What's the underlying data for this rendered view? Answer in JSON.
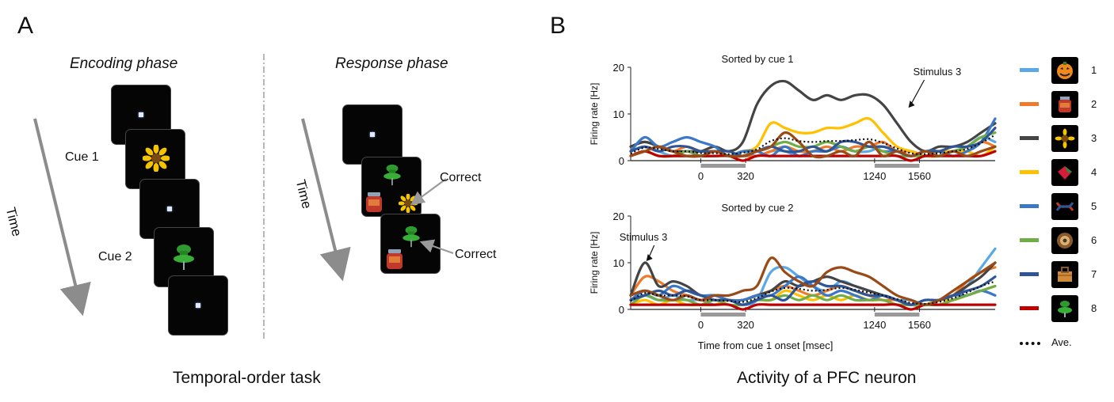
{
  "panel_a": {
    "letter": "A",
    "encoding_title": "Encoding phase",
    "response_title": "Response phase",
    "cue1": "Cue 1",
    "cue2": "Cue 2",
    "time_left": "Time",
    "time_right": "Time",
    "correct1": "Correct",
    "correct2": "Correct",
    "caption": "Temporal-order task"
  },
  "panel_b": {
    "letter": "B",
    "caption": "Activity of a PFC neuron"
  },
  "legend": {
    "items": [
      {
        "num": "1",
        "color": "#5aa9e6",
        "icon": "pumpkin-icon"
      },
      {
        "num": "2",
        "color": "#f07a2a",
        "icon": "jar-icon"
      },
      {
        "num": "3",
        "color": "#444444",
        "icon": "sunflower-icon"
      },
      {
        "num": "4",
        "color": "#ffc000",
        "icon": "bowtie-icon"
      },
      {
        "num": "5",
        "color": "#3b78c8",
        "icon": "ribbon-icon"
      },
      {
        "num": "6",
        "color": "#70ad47",
        "icon": "shell-icon"
      },
      {
        "num": "7",
        "color": "#2f5597",
        "icon": "bag-icon"
      },
      {
        "num": "8",
        "color": "#c00000",
        "icon": "pushpin-icon"
      }
    ],
    "ave_label": "Ave."
  },
  "chart_data": [
    {
      "type": "line",
      "title": "Sorted by cue 1",
      "ylabel": "Firing rate [Hz]",
      "xlabel": "",
      "ylim": [
        0,
        20
      ],
      "yticks": [
        "0",
        "10",
        "20"
      ],
      "xlim": [
        -500,
        2100
      ],
      "xticks": [
        {
          "value": 0,
          "label": "0"
        },
        {
          "value": 320,
          "label": "320"
        },
        {
          "value": 1240,
          "label": "1240"
        },
        {
          "value": 1560,
          "label": "1560"
        }
      ],
      "cue_bars": [
        [
          0,
          320
        ],
        [
          1240,
          1560
        ]
      ],
      "annotation": {
        "text": "Stimulus 3",
        "x": 1470,
        "y": 11
      },
      "x": [
        -500,
        -400,
        -300,
        -200,
        -100,
        0,
        100,
        200,
        300,
        400,
        500,
        600,
        700,
        800,
        900,
        1000,
        1100,
        1200,
        1300,
        1400,
        1500,
        1600,
        1700,
        1800,
        1900,
        2000,
        2100
      ],
      "series": [
        {
          "color": "#5aa9e6",
          "values": [
            2,
            3,
            2,
            1,
            2,
            1,
            2,
            1,
            2,
            1,
            2,
            2,
            1,
            2,
            2,
            3,
            2,
            2,
            3,
            2,
            2,
            1,
            2,
            2,
            3,
            5,
            4
          ]
        },
        {
          "color": "#f07a2a",
          "values": [
            3,
            4,
            3,
            2,
            3,
            2,
            2,
            1,
            1,
            1,
            2,
            3,
            2,
            2,
            3,
            2,
            3,
            3,
            4,
            2,
            2,
            1,
            1,
            2,
            2,
            4,
            3
          ]
        },
        {
          "color": "#444444",
          "values": [
            3,
            4,
            3,
            2,
            2,
            2,
            3,
            2,
            4,
            12,
            16,
            17,
            15,
            13,
            14,
            13,
            14,
            14,
            12,
            8,
            4,
            2,
            3,
            3,
            4,
            6,
            8
          ]
        },
        {
          "color": "#ffc000",
          "values": [
            1,
            2,
            1,
            1,
            1,
            1,
            2,
            1,
            2,
            3,
            8,
            7,
            6,
            6,
            7,
            7,
            8,
            9,
            6,
            3,
            2,
            1,
            2,
            2,
            2,
            1,
            3
          ]
        },
        {
          "color": "#3b78c8",
          "values": [
            2,
            5,
            3,
            4,
            5,
            4,
            3,
            1,
            2,
            2,
            1,
            3,
            1,
            2,
            2,
            3,
            2,
            3,
            2,
            2,
            1,
            2,
            2,
            1,
            2,
            4,
            9
          ]
        },
        {
          "color": "#70ad47",
          "values": [
            1,
            2,
            1,
            1,
            2,
            1,
            1,
            1,
            1,
            2,
            3,
            4,
            3,
            3,
            4,
            3,
            2,
            3,
            2,
            1,
            1,
            1,
            1,
            2,
            3,
            5,
            6
          ]
        },
        {
          "color": "#2f5597",
          "values": [
            2,
            3,
            2,
            3,
            3,
            2,
            2,
            2,
            1,
            2,
            3,
            2,
            2,
            3,
            2,
            4,
            4,
            3,
            3,
            2,
            1,
            2,
            2,
            3,
            3,
            4,
            7
          ]
        },
        {
          "color": "#c00000",
          "values": [
            1,
            2,
            1,
            1,
            1,
            1,
            1,
            1,
            0,
            1,
            1,
            1,
            1,
            1,
            1,
            1,
            1,
            1,
            1,
            1,
            0,
            1,
            1,
            1,
            1,
            1,
            2
          ]
        },
        {
          "color": "#9a4a17",
          "values": [
            1,
            2,
            3,
            2,
            1,
            1,
            2,
            1,
            1,
            2,
            3,
            6,
            4,
            1,
            1,
            2,
            1,
            4,
            1,
            2,
            1,
            2,
            1,
            2,
            1,
            2,
            3
          ]
        }
      ],
      "average": [
        1.5,
        2.8,
        2.5,
        2,
        2,
        1.6,
        1.6,
        1.4,
        1.7,
        2.4,
        4.2,
        4.8,
        4.2,
        4,
        4.2,
        4.2,
        4.4,
        4.6,
        3.8,
        2.6,
        1.6,
        1.4,
        1.6,
        2,
        2.5,
        3.8,
        5.5
      ]
    },
    {
      "type": "line",
      "title": "Sorted by cue 2",
      "ylabel": "Firing rate [Hz]",
      "xlabel": "Time from cue 1 onset [msec]",
      "ylim": [
        0,
        20
      ],
      "yticks": [
        "0",
        "10",
        "20"
      ],
      "xlim": [
        -500,
        2100
      ],
      "xticks": [
        {
          "value": 0,
          "label": "0"
        },
        {
          "value": 320,
          "label": "320"
        },
        {
          "value": 1240,
          "label": "1240"
        },
        {
          "value": 1560,
          "label": "1560"
        }
      ],
      "cue_bars": [
        [
          0,
          320
        ],
        [
          1240,
          1560
        ]
      ],
      "annotation": {
        "text": "Stimulus 3",
        "x": -400,
        "y": 10
      },
      "x": [
        -500,
        -400,
        -300,
        -200,
        -100,
        0,
        100,
        200,
        300,
        400,
        500,
        600,
        700,
        800,
        900,
        1000,
        1100,
        1200,
        1300,
        1400,
        1500,
        1600,
        1700,
        1800,
        1900,
        2000,
        2100
      ],
      "series": [
        {
          "color": "#5aa9e6",
          "values": [
            2,
            3,
            2,
            3,
            2,
            2,
            1,
            2,
            1,
            2,
            8,
            9,
            7,
            5,
            4,
            6,
            5,
            4,
            3,
            2,
            2,
            1,
            2,
            3,
            5,
            9,
            13
          ]
        },
        {
          "color": "#f07a2a",
          "values": [
            3,
            7,
            6,
            4,
            3,
            2,
            2,
            2,
            2,
            3,
            4,
            5,
            4,
            3,
            4,
            5,
            4,
            3,
            2,
            2,
            1,
            1,
            2,
            3,
            6,
            8,
            9
          ]
        },
        {
          "color": "#444444",
          "values": [
            3,
            10,
            5,
            6,
            5,
            3,
            3,
            2,
            2,
            3,
            4,
            6,
            5,
            6,
            7,
            6,
            5,
            4,
            3,
            2,
            1,
            1,
            2,
            3,
            5,
            7,
            10
          ]
        },
        {
          "color": "#ffc000",
          "values": [
            1,
            2,
            1,
            2,
            1,
            1,
            1,
            2,
            1,
            2,
            2,
            4,
            3,
            2,
            3,
            2,
            3,
            2,
            2,
            1,
            1,
            1,
            2,
            2,
            3,
            4,
            5
          ]
        },
        {
          "color": "#3b78c8",
          "values": [
            2,
            4,
            3,
            5,
            4,
            3,
            3,
            2,
            2,
            3,
            3,
            5,
            7,
            5,
            3,
            4,
            3,
            2,
            3,
            2,
            1,
            2,
            2,
            3,
            3,
            4,
            3
          ]
        },
        {
          "color": "#70ad47",
          "values": [
            1,
            3,
            2,
            2,
            2,
            1,
            2,
            1,
            1,
            2,
            2,
            3,
            2,
            3,
            2,
            3,
            2,
            2,
            2,
            1,
            1,
            1,
            1,
            2,
            3,
            4,
            5
          ]
        },
        {
          "color": "#2f5597",
          "values": [
            2,
            3,
            4,
            3,
            4,
            3,
            2,
            2,
            1,
            2,
            3,
            2,
            5,
            6,
            5,
            5,
            4,
            3,
            3,
            2,
            1,
            2,
            2,
            3,
            4,
            5,
            7
          ]
        },
        {
          "color": "#c00000",
          "values": [
            1,
            1,
            1,
            1,
            1,
            1,
            1,
            1,
            0,
            1,
            1,
            1,
            1,
            1,
            1,
            1,
            1,
            1,
            1,
            1,
            0,
            1,
            1,
            1,
            1,
            1,
            1
          ]
        },
        {
          "color": "#9a4a17",
          "values": [
            3,
            4,
            3,
            2,
            3,
            2,
            3,
            3,
            4,
            5,
            11,
            8,
            6,
            5,
            8,
            9,
            8,
            7,
            5,
            3,
            2,
            1,
            2,
            4,
            6,
            8,
            10
          ]
        }
      ],
      "average": [
        1.8,
        3.5,
        3,
        3,
        2.8,
        2,
        2,
        1.8,
        1.6,
        2.4,
        3.8,
        4.6,
        4.4,
        4,
        4.2,
        4.6,
        4.2,
        3.6,
        3,
        2.2,
        1.4,
        1.2,
        1.6,
        2.4,
        3.6,
        5,
        6
      ]
    }
  ]
}
